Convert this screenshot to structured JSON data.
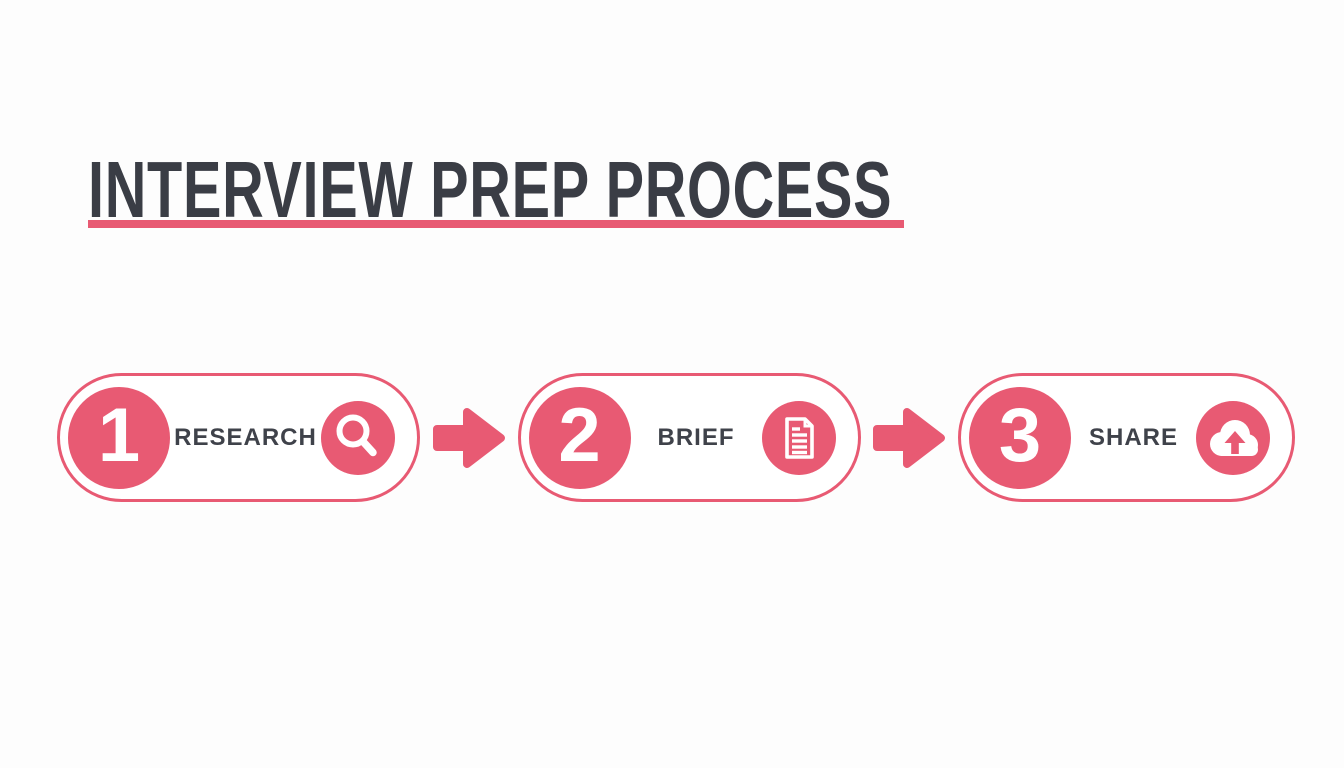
{
  "title": {
    "text": "INTERVIEW PREP PROCESS"
  },
  "colors": {
    "pink": "#e85a73",
    "dark": "#3a3d45",
    "label": "#3f424a",
    "background": "#fdfdfd"
  },
  "steps": [
    {
      "number": "1",
      "label": "RESEARCH",
      "icon": "magnifier-icon"
    },
    {
      "number": "2",
      "label": "BRIEF",
      "icon": "document-icon"
    },
    {
      "number": "3",
      "label": "SHARE",
      "icon": "cloud-upload-icon"
    }
  ],
  "connectors": [
    {
      "icon": "arrow-right-icon"
    },
    {
      "icon": "arrow-right-icon"
    }
  ]
}
